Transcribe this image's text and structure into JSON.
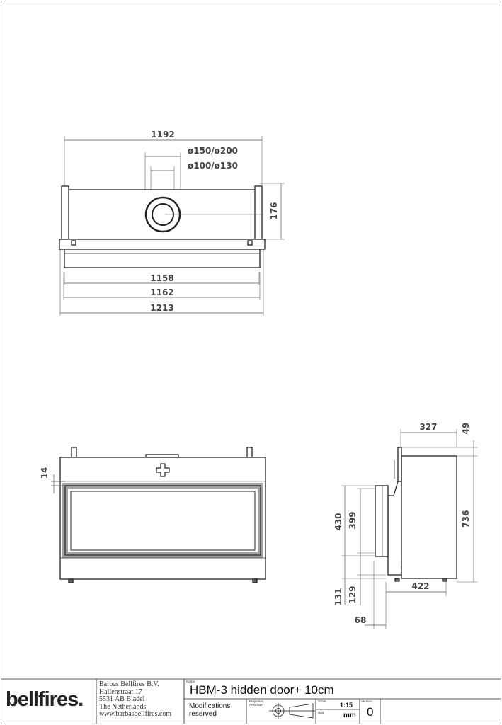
{
  "dimensions": {
    "top_width_overall": "1192",
    "flue_outer": "ø150/ø200",
    "flue_inner": "ø100/ø130",
    "top_height": "176",
    "width_1": "1158",
    "width_2": "1162",
    "width_3": "1213",
    "front_offset": "14",
    "side_depth_top": "327",
    "side_top_offset": "49",
    "side_height": "736",
    "glass_height_outer": "430",
    "glass_height_inner": "399",
    "bottom_offset_1": "131",
    "bottom_offset_2": "129",
    "side_depth_bottom": "422",
    "side_front_offset": "68"
  },
  "title_block": {
    "logo": "bellfires.",
    "company": "Barbas Bellfires B.V.",
    "street": "Hallenstraat 17",
    "city": "5531 AB Bladel",
    "country": "The Netherlands",
    "website": "www.barbasbellfires.com",
    "name_label": "Name:",
    "product_name": "HBM-3 hidden door+ 10cm",
    "modifications": "Modifications",
    "reserved": "reserved",
    "projection_label_1": "Projection",
    "projection_label_2": "Ansichten",
    "scale_label": "Scale:",
    "scale": "1:15",
    "unit_label": "Unit:",
    "unit": "mm",
    "version_label": "Version:",
    "version": "0"
  }
}
